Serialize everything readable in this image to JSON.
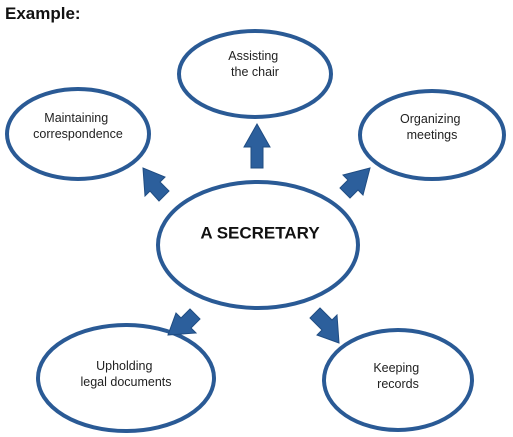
{
  "heading": "Example:",
  "colors": {
    "outline": "#2a5a95",
    "arrow": "#2c5f9c",
    "text": "#222222"
  },
  "center": {
    "label": "A SECRETARY"
  },
  "nodes": [
    {
      "id": "assisting-the-chair",
      "lines": [
        "Assisting",
        "the chair"
      ]
    },
    {
      "id": "organizing-meetings",
      "lines": [
        "Organizing",
        "meetings"
      ]
    },
    {
      "id": "maintaining-correspondence",
      "lines": [
        "Maintaining",
        "correspondence"
      ]
    },
    {
      "id": "upholding-legal-documents",
      "lines": [
        "Upholding",
        "legal documents"
      ]
    },
    {
      "id": "keeping-records",
      "lines": [
        "Keeping",
        "records"
      ]
    }
  ]
}
